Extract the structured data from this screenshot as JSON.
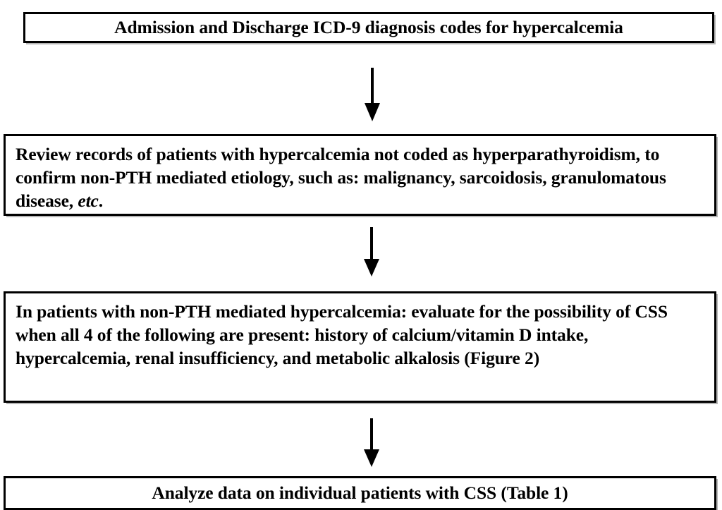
{
  "figure": {
    "type": "flowchart",
    "orientation": "vertical-top-down",
    "background_color": "#ffffff",
    "border_color": "#000000",
    "text_color": "#000000",
    "node_count": 4,
    "connector_count": 3
  },
  "nodes": [
    {
      "id": "admission-codes",
      "order": 1,
      "align": "center",
      "text": "Admission and Discharge ICD-9 diagnosis codes for hypercalcemia"
    },
    {
      "id": "review-records",
      "order": 2,
      "align": "left",
      "text_part_1": "Review records of patients with hypercalcemia not coded as hyperparathyroidism, to confirm non-PTH mediated etiology, such as: malignancy, sarcoidosis, granulomatous disease, ",
      "text_italic": "etc",
      "text_part_2": ".",
      "full_text": "Review records of patients with hypercalcemia not coded as hyperparathyroidism, to confirm non-PTH mediated etiology, such as: malignancy, sarcoidosis, granulomatous disease, etc."
    },
    {
      "id": "evaluate-css",
      "order": 3,
      "align": "left",
      "text": "In patients with non-PTH mediated hypercalcemia: evaluate for the possibility of CSS when all 4 of the following are present: history of calcium/vitamin D intake, hypercalcemia, renal insufficiency, and metabolic alkalosis (Figure 2)"
    },
    {
      "id": "analyze-data",
      "order": 4,
      "align": "center",
      "text": "Analyze data on individual patients with CSS (Table 1)"
    }
  ],
  "connectors": [
    {
      "id": "connector-1",
      "icon": "down-arrow-icon",
      "from": "admission-codes",
      "to": "review-records"
    },
    {
      "id": "connector-2",
      "icon": "down-arrow-icon",
      "from": "review-records",
      "to": "evaluate-css"
    },
    {
      "id": "connector-3",
      "icon": "down-arrow-icon",
      "from": "evaluate-css",
      "to": "analyze-data"
    }
  ]
}
